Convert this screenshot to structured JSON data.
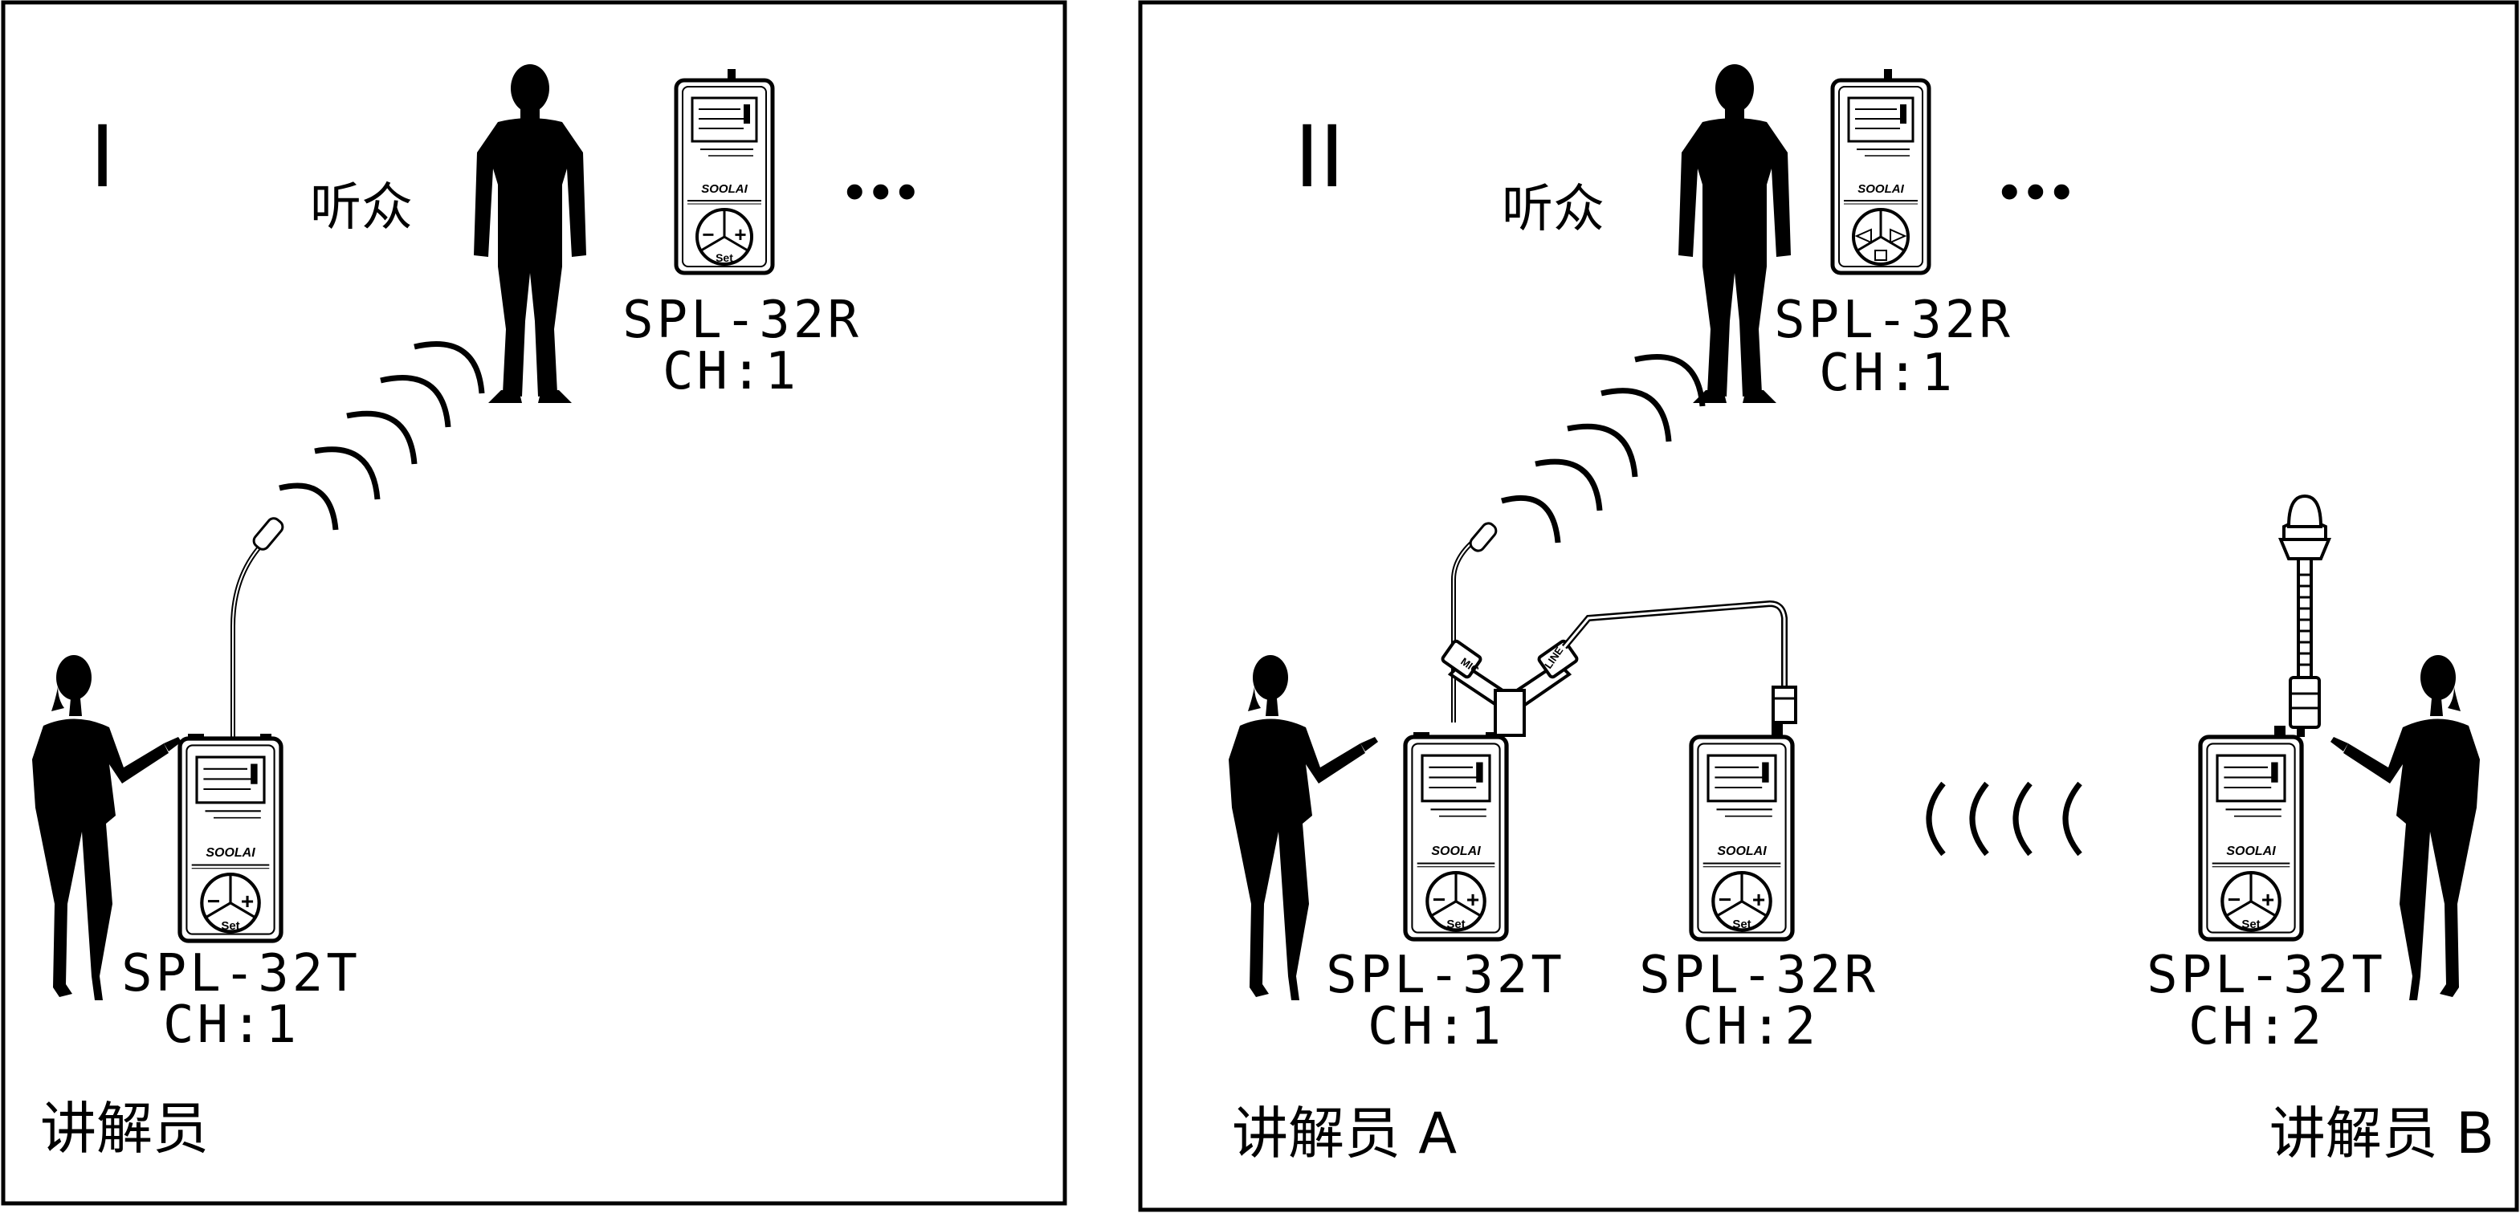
{
  "panel_1": {
    "roman": "I",
    "listener_label": "听众",
    "more": "•••",
    "receiver": {
      "model": "SPL-32R",
      "channel": "CH:1",
      "brand": "SOOLAI"
    },
    "transmitter": {
      "model": "SPL-32T",
      "channel": "CH:1",
      "brand": "SOOLAI"
    },
    "guide_label": "讲解员"
  },
  "panel_2": {
    "roman": "II",
    "listener_label": "听众",
    "more": "•••",
    "receiver": {
      "model": "SPL-32R",
      "channel": "CH:1",
      "brand": "SOOLAI"
    },
    "transmitter_a": {
      "model": "SPL-32T",
      "channel": "CH:1",
      "brand": "SOOLAI"
    },
    "receiver_2": {
      "model": "SPL-32R",
      "channel": "CH:2",
      "brand": "SOOLAI"
    },
    "transmitter_b": {
      "model": "SPL-32T",
      "channel": "CH:2",
      "brand": "SOOLAI"
    },
    "guide_a_label": "讲解员 A",
    "guide_b_label": "讲解员 B",
    "cable_mic": "MIC",
    "cable_line": "LINE"
  },
  "device_keys": {
    "minus": "−",
    "plus": "+",
    "set": "Set"
  }
}
